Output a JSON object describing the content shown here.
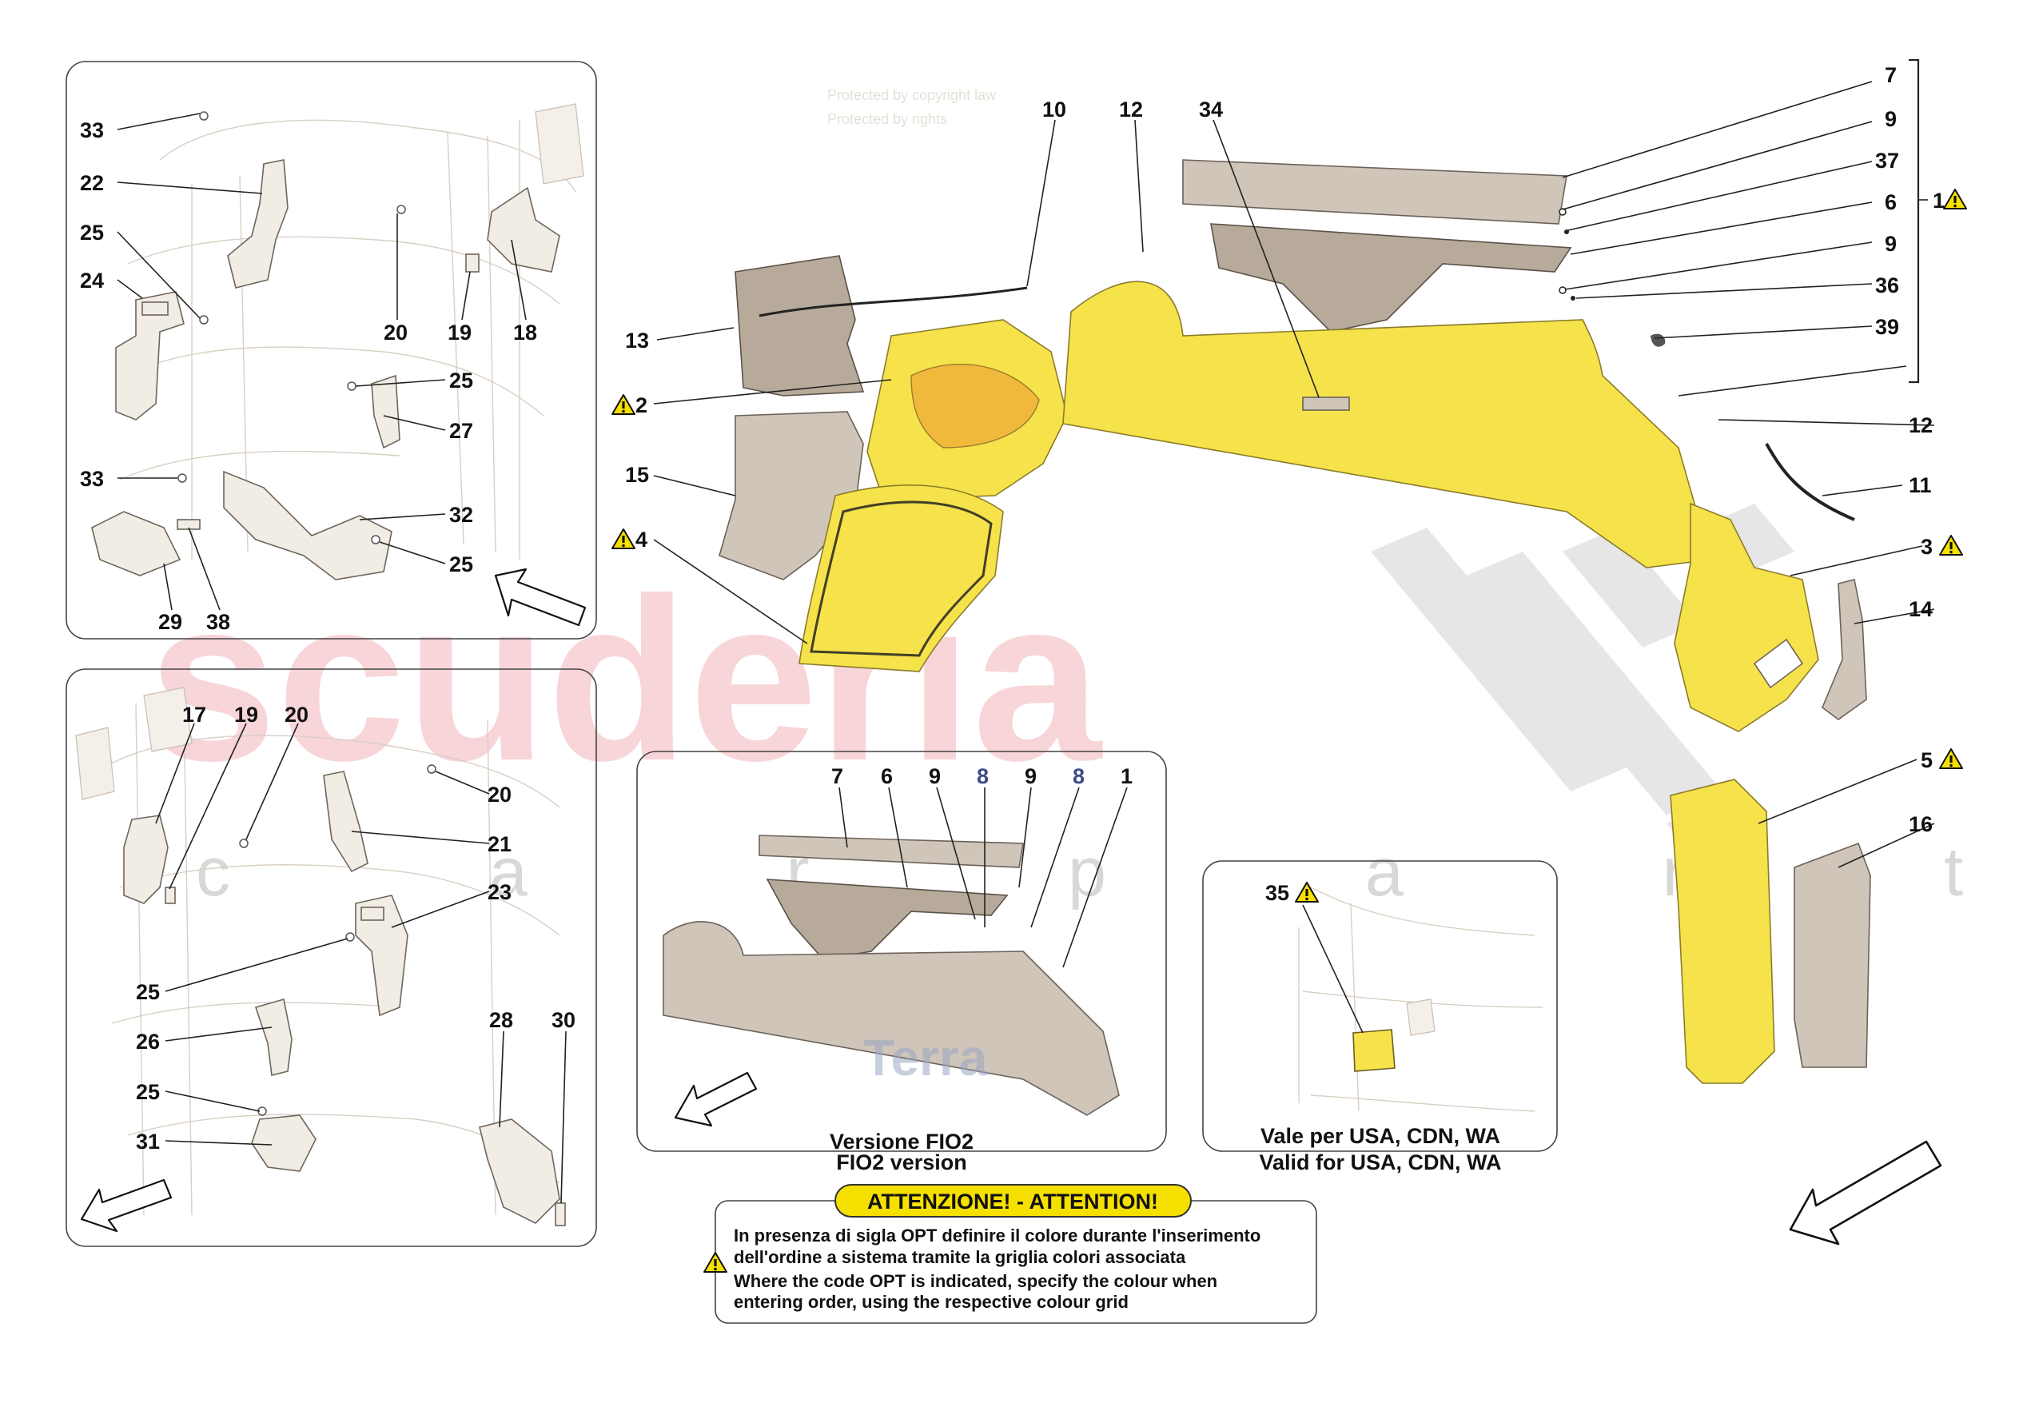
{
  "watermark": {
    "brand": "scuderia",
    "sub": "c a r p a r t s",
    "protected_1": "Protected by copyright law",
    "protected_2": "Protected by rights"
  },
  "callouts": {
    "n1": "1",
    "n2": "2",
    "n3": "3",
    "n4": "4",
    "n5": "5",
    "n6": "6",
    "n7": "7",
    "n8": "8",
    "n9": "9",
    "n10": "10",
    "n11": "11",
    "n12": "12",
    "n13": "13",
    "n14": "14",
    "n15": "15",
    "n16": "16",
    "n17": "17",
    "n18": "18",
    "n19": "19",
    "n20": "20",
    "n21": "21",
    "n22": "22",
    "n23": "23",
    "n24": "24",
    "n25": "25",
    "n26": "26",
    "n27": "27",
    "n28": "28",
    "n29": "29",
    "n30": "30",
    "n31": "31",
    "n32": "32",
    "n33": "33",
    "n34": "34",
    "n35": "35",
    "n36": "36",
    "n37": "37",
    "n38": "38",
    "n39": "39"
  },
  "captions": {
    "fio2_it": "Versione FIO2",
    "fio2_en": "FIO2 version",
    "usa_it": "Vale per USA, CDN, WA",
    "usa_en": "Valid for USA, CDN, WA"
  },
  "attention": {
    "title": "ATTENZIONE! - ATTENTION!",
    "line1": "In presenza di sigla OPT definire il colore durante l'inserimento",
    "line2": "dell'ordine a sistema tramite la griglia colori associata",
    "line3": "Where the code OPT is indicated, specify the colour when",
    "line4": "entering order, using the respective colour grid"
  },
  "colors": {
    "trim_yellow": "#f6e24a",
    "warning_yellow": "#f6e000",
    "watermark_pink": "#f6c8cc",
    "panel_grey": "#cfc5b9"
  }
}
